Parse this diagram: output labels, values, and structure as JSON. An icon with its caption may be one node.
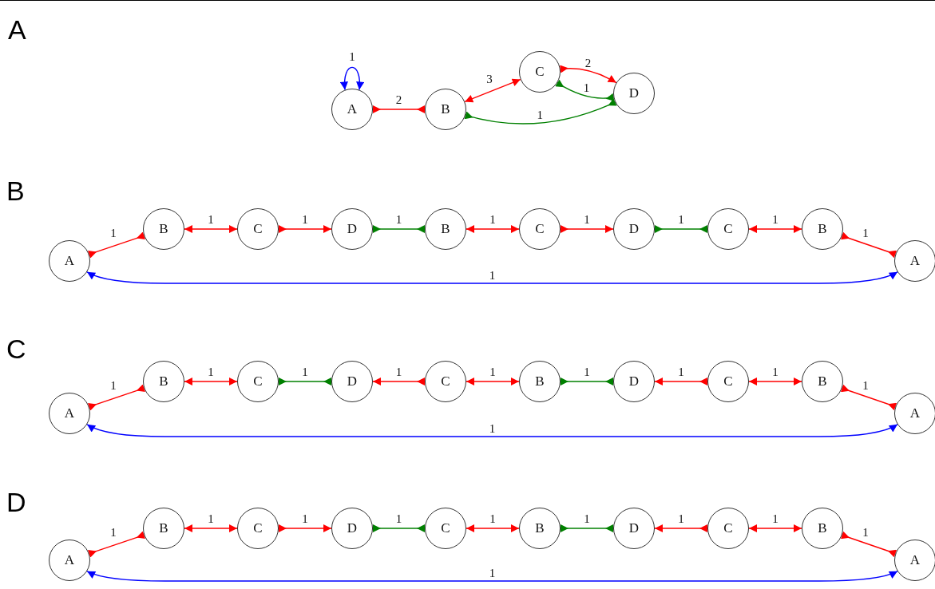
{
  "diagram": {
    "nodes": [
      {
        "text": [
          "A"
        ]
      },
      {
        "text": [
          "B"
        ]
      },
      {
        "text": [
          "C"
        ]
      },
      {
        "text": [
          "D"
        ]
      },
      {
        "text": [
          "A"
        ]
      },
      {
        "text": [
          "B"
        ]
      },
      {
        "text": [
          "C"
        ]
      },
      {
        "text": [
          "D"
        ]
      },
      {
        "text": [
          "B"
        ]
      },
      {
        "text": [
          "C"
        ]
      },
      {
        "text": [
          "D"
        ]
      },
      {
        "text": [
          "C"
        ]
      },
      {
        "text": [
          "B"
        ]
      },
      {
        "text": [
          "A"
        ]
      },
      {
        "text": [
          "A"
        ]
      },
      {
        "text": [
          "B"
        ]
      },
      {
        "text": [
          "C"
        ]
      },
      {
        "text": [
          "D"
        ]
      },
      {
        "text": [
          "C"
        ]
      },
      {
        "text": [
          "B"
        ]
      },
      {
        "text": [
          "D"
        ]
      },
      {
        "text": [
          "C"
        ]
      },
      {
        "text": [
          "B"
        ]
      },
      {
        "text": [
          "A"
        ]
      },
      {
        "text": [
          "A"
        ]
      },
      {
        "text": [
          "B"
        ]
      },
      {
        "text": [
          "C"
        ]
      },
      {
        "text": [
          "D"
        ]
      },
      {
        "text": [
          "C"
        ]
      },
      {
        "text": [
          "B"
        ]
      },
      {
        "text": [
          "D"
        ]
      },
      {
        "text": [
          "C"
        ]
      },
      {
        "text": [
          "B"
        ]
      },
      {
        "text": [
          "A"
        ]
      }
    ],
    "edges": [
      {
        "from": 0,
        "to": 0,
        "arrow": "both",
        "label": "1",
        "color": "#0000ff"
      },
      {
        "from": 0,
        "to": 1,
        "arrow": "other",
        "label": "2"
      },
      {
        "from": 1,
        "to": 2,
        "arrow": "both",
        "label": "3"
      },
      {
        "from": 2,
        "to": 3,
        "arrow": "to",
        "label": "2"
      },
      {
        "from": 2,
        "to": 3,
        "arrow": "other",
        "label": "1",
        "color": "#008000"
      },
      {
        "from": 1,
        "to": 3,
        "arrow": "other",
        "label": "1",
        "color": "#008000"
      },
      {
        "from": 4,
        "to": 5,
        "arrow": "other",
        "label": "1"
      },
      {
        "from": 5,
        "to": 6,
        "arrow": "both",
        "label": "1"
      },
      {
        "from": 6,
        "to": 7,
        "arrow": "to",
        "label": "1"
      },
      {
        "from": 7,
        "to": 8,
        "arrow": "other",
        "label": "1",
        "color": "#008000"
      },
      {
        "from": 8,
        "to": 9,
        "arrow": "both",
        "label": "1"
      },
      {
        "from": 9,
        "to": 10,
        "arrow": "to",
        "label": "1"
      },
      {
        "from": 10,
        "to": 11,
        "arrow": "other",
        "label": "1",
        "color": "#008000"
      },
      {
        "from": 11,
        "to": 12,
        "arrow": "both",
        "label": "1"
      },
      {
        "from": 12,
        "to": 13,
        "arrow": "other",
        "label": "1"
      },
      {
        "from": 13,
        "to": 4,
        "arrow": "both",
        "label": "1",
        "color": "#0000ff"
      },
      {
        "from": 14,
        "to": 15,
        "arrow": "other",
        "label": "1"
      },
      {
        "from": 15,
        "to": 16,
        "arrow": "both",
        "label": "1"
      },
      {
        "from": 16,
        "to": 17,
        "arrow": "other",
        "label": "1",
        "color": "#008000"
      },
      {
        "from": 18,
        "to": 17,
        "arrow": "to",
        "label": "1"
      },
      {
        "from": 18,
        "to": 19,
        "arrow": "both",
        "label": "1"
      },
      {
        "from": 19,
        "to": 20,
        "arrow": "other",
        "label": "1",
        "color": "#008000"
      },
      {
        "from": 21,
        "to": 20,
        "arrow": "to",
        "label": "1"
      },
      {
        "from": 21,
        "to": 22,
        "arrow": "both",
        "label": "1"
      },
      {
        "from": 22,
        "to": 23,
        "arrow": "other",
        "label": "1"
      },
      {
        "from": 23,
        "to": 14,
        "arrow": "both",
        "label": "1",
        "color": "#0000ff"
      },
      {
        "from": 24,
        "to": 25,
        "arrow": "other",
        "label": "1"
      },
      {
        "from": 25,
        "to": 26,
        "arrow": "both",
        "label": "1"
      },
      {
        "from": 26,
        "to": 27,
        "arrow": "to",
        "label": "1"
      },
      {
        "from": 27,
        "to": 28,
        "arrow": "other",
        "label": "1",
        "color": "#008000"
      },
      {
        "from": 28,
        "to": 29,
        "arrow": "both",
        "label": "1"
      },
      {
        "from": 29,
        "to": 30,
        "arrow": "other",
        "label": "1",
        "color": "#008000"
      },
      {
        "from": 31,
        "to": 30,
        "arrow": "to",
        "label": "1"
      },
      {
        "from": 31,
        "to": 32,
        "arrow": "both",
        "label": "1"
      },
      {
        "from": 32,
        "to": 33,
        "arrow": "other",
        "label": "1"
      },
      {
        "from": 33,
        "to": 24,
        "arrow": "both",
        "label": "1",
        "color": "#0000ff"
      }
    ],
    "labels": [
      "A",
      "B",
      "C",
      "D"
    ]
  }
}
